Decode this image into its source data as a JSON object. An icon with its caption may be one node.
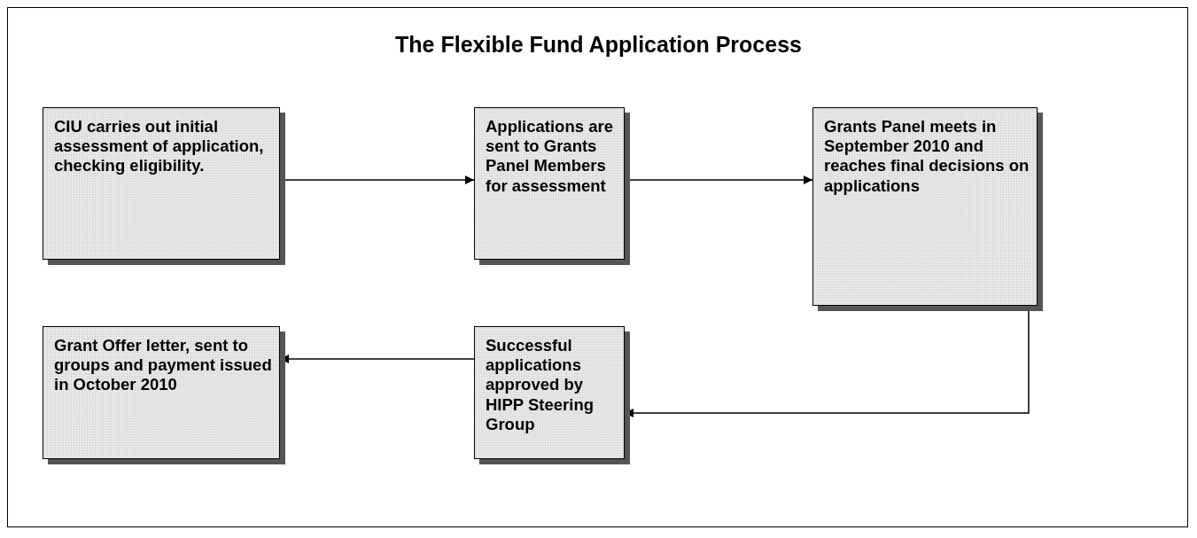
{
  "diagram": {
    "title": "The Flexible Fund Application Process",
    "nodes": [
      {
        "text": [
          "CIU carries out initial assessment of application, checking eligibility."
        ]
      },
      {
        "text": [
          "Applications are sent to Grants Panel Members for assessment"
        ]
      },
      {
        "text": [
          "Grants Panel meets in September 2010 and reaches final decisions on applications"
        ]
      },
      {
        "text": [
          "Grant Offer letter, sent to groups and payment issued in October 2010"
        ]
      },
      {
        "text": [
          "Successful applications approved by HIPP Steering Group"
        ]
      }
    ],
    "edges": [
      {
        "from": 0,
        "to": 1,
        "arrow": "to"
      },
      {
        "from": 1,
        "to": 2,
        "arrow": "to"
      },
      {
        "from": 2,
        "to": 4,
        "arrow": "to"
      },
      {
        "from": 4,
        "to": 3,
        "arrow": "to"
      }
    ]
  }
}
